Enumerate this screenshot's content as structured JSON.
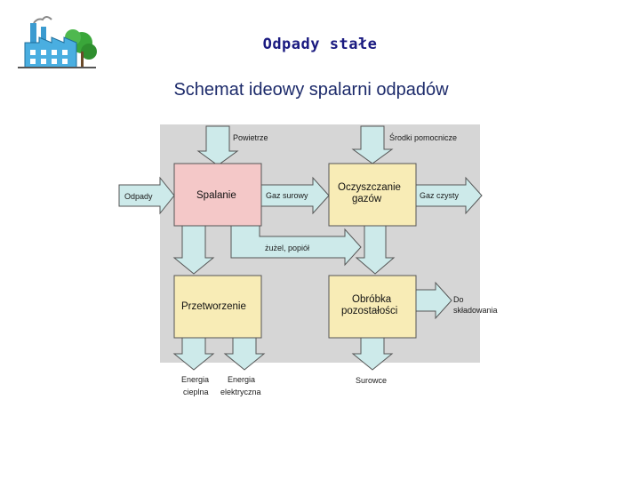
{
  "header": {
    "title": "Odpady stałe",
    "logo_icon": "factory-icon"
  },
  "diagram": {
    "title": "Schemat ideowy spalarni odpadów",
    "boxes": {
      "combustion": "Spalanie",
      "gas_cleaning_1": "Oczyszczanie",
      "gas_cleaning_2": "gazów",
      "processing": "Przetworzenie",
      "residue_1": "Obróbka",
      "residue_2": "pozostałości"
    },
    "labels": {
      "air": "Powietrze",
      "auxiliary": "Środki pomocnicze",
      "waste": "Odpady",
      "raw_gas": "Gaz surowy",
      "clean_gas": "Gaz czysty",
      "slag": "żużel, popiół",
      "landfill_1": "Do",
      "landfill_2": "składowania",
      "heat_1": "Energia",
      "heat_2": "cieplna",
      "electric_1": "Energia",
      "electric_2": "elektryczna",
      "raw_materials": "Surowce"
    },
    "colors": {
      "combustion_fill": "#f4c8c8",
      "box_fill": "#f8ecb6",
      "arrow_fill": "#cdeaea",
      "panel_fill": "#d6d6d6",
      "title_color": "#1a1a80"
    }
  }
}
